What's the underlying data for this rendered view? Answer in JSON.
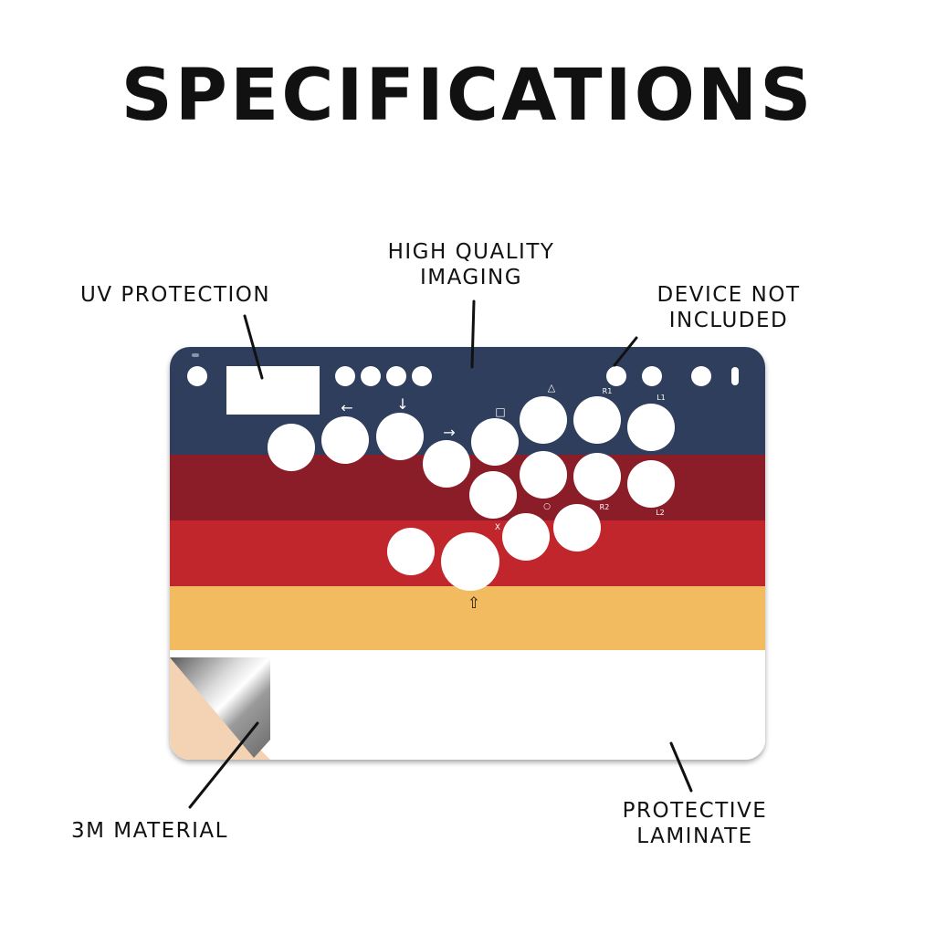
{
  "title": "SPECIFICATIONS",
  "callouts": {
    "uv_protection": "UV PROTECTION",
    "high_quality_imaging": [
      "HIGH QUALITY",
      "IMAGING"
    ],
    "device_not_included": [
      "DEVICE NOT",
      "INCLUDED"
    ],
    "material": "3M MATERIAL",
    "protective_laminate": [
      "PROTECTIVE",
      "LAMINATE"
    ]
  },
  "button_glyphs": {
    "left": "←",
    "down": "↓",
    "right": "→",
    "up": "⇧",
    "square": "□",
    "triangle": "△",
    "circle": "○",
    "cross": "X",
    "r1": "R1",
    "l1": "L1",
    "r2": "R2",
    "l2": "L2"
  },
  "colors": {
    "stripe_navy": "#2f3e5c",
    "stripe_maroon": "#8b1d28",
    "stripe_red": "#c0262b",
    "stripe_yellow": "#f3bb5f",
    "laminate_white": "#ffffff",
    "backing_peach": "#f3d3b3"
  }
}
